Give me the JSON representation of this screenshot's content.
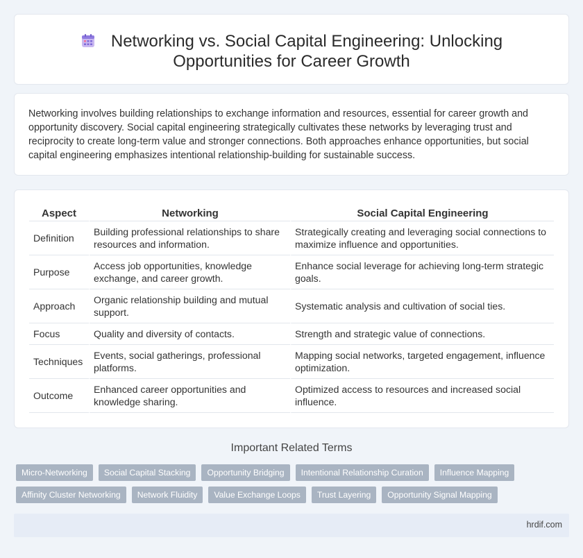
{
  "header": {
    "title_line1": "Networking vs. Social Capital Engineering: Unlocking",
    "title_line2": "Opportunities for Career Growth",
    "icon": "calendar-icon"
  },
  "intro": {
    "text": "Networking involves building relationships to exchange information and resources, essential for career growth and opportunity discovery. Social capital engineering strategically cultivates these networks by leveraging trust and reciprocity to create long-term value and stronger connections. Both approaches enhance opportunities, but social capital engineering emphasizes intentional relationship-building for sustainable success."
  },
  "table": {
    "headers": [
      "Aspect",
      "Networking",
      "Social Capital Engineering"
    ],
    "rows": [
      [
        "Definition",
        "Building professional relationships to share resources and information.",
        "Strategically creating and leveraging social connections to maximize influence and opportunities."
      ],
      [
        "Purpose",
        "Access job opportunities, knowledge exchange, and career growth.",
        "Enhance social leverage for achieving long-term strategic goals."
      ],
      [
        "Approach",
        "Organic relationship building and mutual support.",
        "Systematic analysis and cultivation of social ties."
      ],
      [
        "Focus",
        "Quality and diversity of contacts.",
        "Strength and strategic value of connections."
      ],
      [
        "Techniques",
        "Events, social gatherings, professional platforms.",
        "Mapping social networks, targeted engagement, influence optimization."
      ],
      [
        "Outcome",
        "Enhanced career opportunities and knowledge sharing.",
        "Optimized access to resources and increased social influence."
      ]
    ]
  },
  "related": {
    "title": "Important Related Terms",
    "row1": [
      "Micro-Networking",
      "Social Capital Stacking",
      "Opportunity Bridging",
      "Intentional Relationship Curation",
      "Influence Mapping"
    ],
    "row2": [
      "Affinity Cluster Networking",
      "Network Fluidity",
      "Value Exchange Loops",
      "Trust Layering",
      "Opportunity Signal Mapping"
    ]
  },
  "footer": {
    "text": "hrdif.com"
  },
  "colors": {
    "background": "#f0f4f9",
    "tag": "#a9b4c2",
    "footer": "#e6ecf6"
  }
}
